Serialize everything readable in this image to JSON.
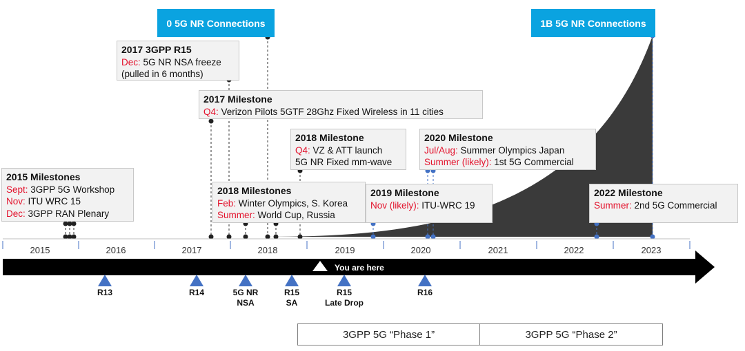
{
  "headline_boxes": {
    "start": "0 5G NR Connections",
    "end": "1B 5G NR Connections"
  },
  "milestones": [
    {
      "title": "2015 Milestones",
      "lines": [
        {
          "key": "Sept:",
          "text": " 3GPP 5G Workshop"
        },
        {
          "key": "Nov:",
          "text": " ITU WRC 15"
        },
        {
          "key": "Dec:",
          "text": " 3GPP RAN Plenary"
        }
      ]
    },
    {
      "title": "2017 3GPP R15",
      "lines": [
        {
          "key": "Dec:",
          "text": " 5G NR NSA freeze"
        },
        {
          "key": "",
          "text": "(pulled in 6 months)"
        }
      ]
    },
    {
      "title": "2017 Milestone",
      "lines": [
        {
          "key": "Q4:",
          "text": " Verizon Pilots 5GTF 28Ghz Fixed Wireless in 11 cities"
        }
      ]
    },
    {
      "title": "2018 Milestone",
      "lines": [
        {
          "key": "Q4:",
          "text": " VZ & ATT launch"
        },
        {
          "key": "",
          "text": "5G NR Fixed mm-wave"
        }
      ]
    },
    {
      "title": "2018 Milestones",
      "lines": [
        {
          "key": "Feb:",
          "text": " Winter Olympics, S. Korea"
        },
        {
          "key": "Summer:",
          "text": " World Cup, Russia"
        }
      ]
    },
    {
      "title": "2019 Milestone",
      "lines": [
        {
          "key": "Nov (likely):",
          "text": " ITU-WRC 19"
        }
      ]
    },
    {
      "title": "2020 Milestone",
      "lines": [
        {
          "key": "Jul/Aug:",
          "text": " Summer Olympics Japan"
        },
        {
          "key": "Summer (likely):",
          "text": " 1st 5G Commercial"
        }
      ]
    },
    {
      "title": "2022 Milestone",
      "lines": [
        {
          "key": "Summer:",
          "text": " 2nd 5G Commercial"
        }
      ]
    }
  ],
  "years": [
    "2015",
    "2016",
    "2017",
    "2018",
    "2019",
    "2020",
    "2021",
    "2022",
    "2023"
  ],
  "you_are_here": "You are here",
  "releases": [
    {
      "label": "R13"
    },
    {
      "label": "R14"
    },
    {
      "label": "5G NR\nNSA"
    },
    {
      "label": "R15\nSA"
    },
    {
      "label": "R15\nLate Drop"
    },
    {
      "label": "R16"
    }
  ],
  "phases": [
    "3GPP 5G “Phase 1”",
    "3GPP 5G “Phase 2”"
  ],
  "colors": {
    "headline_blue": "#0aa3e0",
    "key_red": "#e3122c",
    "marker_blue": "#4472c4",
    "curve_dark": "#3a3a3a",
    "arrow_black": "#000000"
  }
}
